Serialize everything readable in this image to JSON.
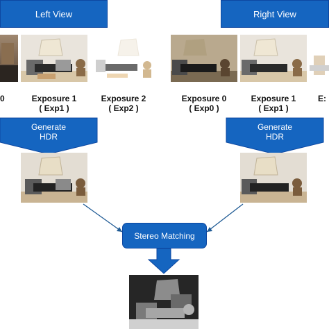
{
  "headers": {
    "left": "Left View",
    "right": "Right View"
  },
  "left_labels": [
    {
      "name": "0",
      "sub": ""
    },
    {
      "name": "Exposure 1",
      "sub": "( Exp1 )"
    },
    {
      "name": "Exposure 2",
      "sub": "( Exp2 )"
    }
  ],
  "right_labels": [
    {
      "name": "Exposure 0",
      "sub": "( Exp0 )"
    },
    {
      "name": "Exposure 1",
      "sub": "( Exp1 )"
    },
    {
      "name": "E:",
      "sub": ""
    }
  ],
  "generate": {
    "line1": "Generate",
    "line2": "HDR"
  },
  "stereo_label": "Stereo Matching",
  "colors": {
    "accent": "#1565c0",
    "arrow_line": "#1e5a94"
  }
}
